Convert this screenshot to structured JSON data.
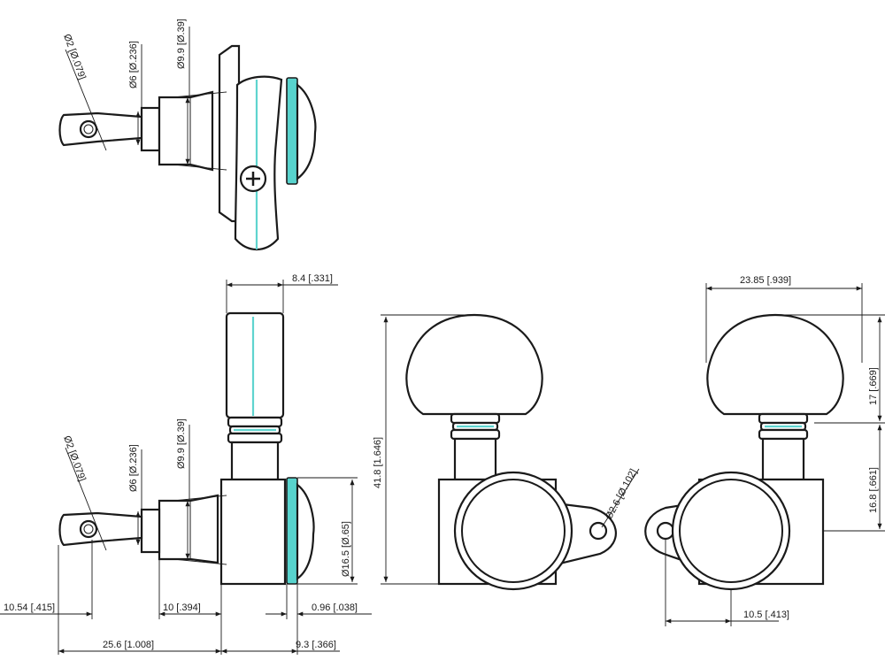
{
  "colors": {
    "line": "#1a1a1a",
    "accent": "#58d3cd",
    "background": "#ffffff"
  },
  "labels": {
    "top_hole": "Ø2 [Ø.079]",
    "top_shaft": "Ø6 [Ø.236]",
    "top_flange": "Ø9.9 [Ø.39]",
    "knob_width": "8.4 [.331]",
    "side_hole": "Ø2 [Ø.079]",
    "side_shaft": "Ø6 [Ø.236]",
    "side_flange": "Ø9.9 [Ø.39]",
    "gear_dia": "Ø16.5 [Ø.65]",
    "post_offset": "10.54 [.415]",
    "flange_len": "10 [.394]",
    "gear_thick": "0.96 [.038]",
    "overall_len": "25.6 [1.008]",
    "body_width": "9.3 [.366]",
    "total_height": "41.8 [1.646]",
    "screw_hole": "Ø2.6 [Ø.102]",
    "knob_span": "23.85 [.939]",
    "knob_height": "17 [.669]",
    "stem_height": "16.8 [.661]",
    "hole_offset": "10.5 [.413]"
  }
}
